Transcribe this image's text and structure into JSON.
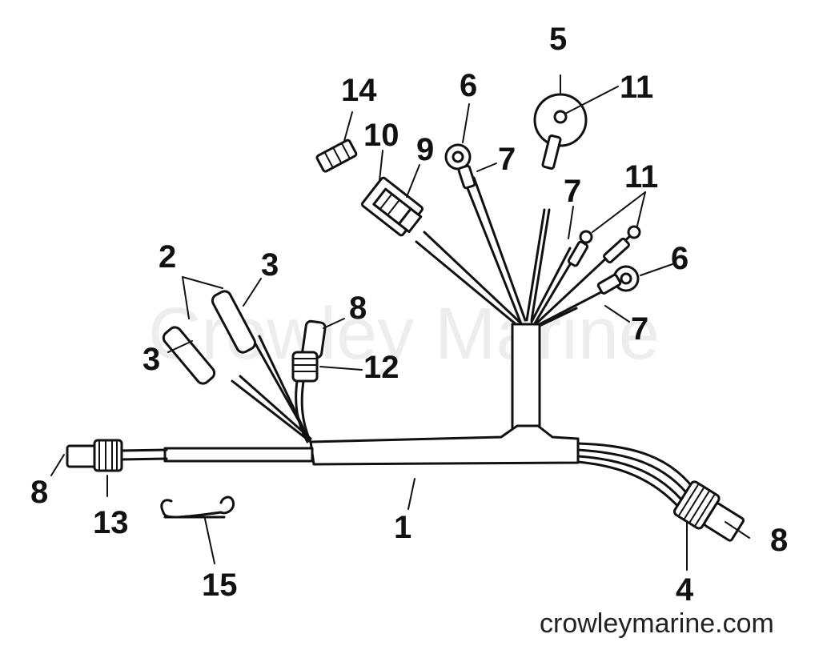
{
  "watermark": "Crowley Marine",
  "site_label": "crowleymarine.com",
  "callouts": {
    "c1": "1",
    "c2": "2",
    "c3a": "3",
    "c3b": "3",
    "c4": "4",
    "c5": "5",
    "c6a": "6",
    "c6b": "6",
    "c7a": "7",
    "c7b": "7",
    "c7c": "7",
    "c8a": "8",
    "c8b": "8",
    "c8c": "8",
    "c9": "9",
    "c10": "10",
    "c11a": "11",
    "c11b": "11",
    "c12": "12",
    "c13": "13",
    "c14": "14",
    "c15": "15"
  }
}
